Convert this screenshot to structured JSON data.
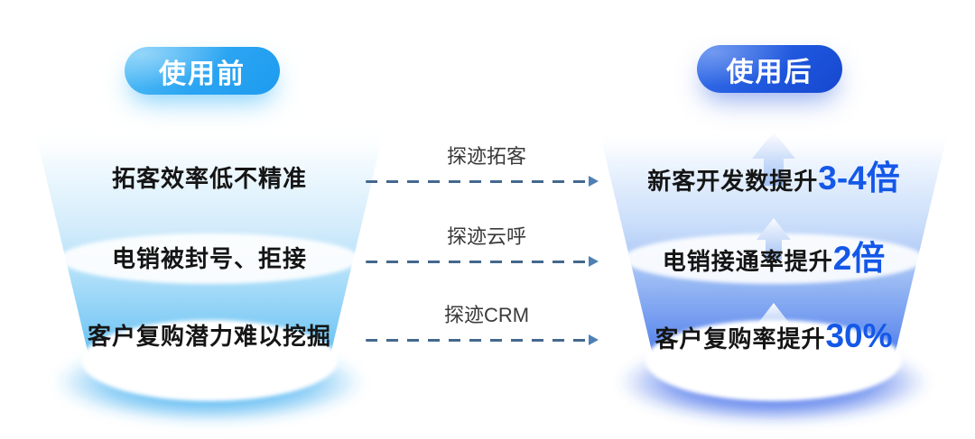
{
  "page": {
    "background": "#ffffff"
  },
  "before": {
    "badge_label": "使用前",
    "badge_color": "#2AA4F2",
    "funnel_colors": {
      "top": "#F2FAFE",
      "bottom": "#45B0F0",
      "glow": "#2FA6EF"
    },
    "rows": [
      "拓客效率低不精准",
      "电销被封号、拒接",
      "客户复购潜力难以挖掘"
    ]
  },
  "connectors": {
    "dash_color": "#44688E",
    "arrowhead_color": "#4E80B4",
    "labels": [
      "探迹拓客",
      "探迹云呼",
      "探迹CRM"
    ]
  },
  "after": {
    "badge_label": "使用后",
    "badge_color": "#1D55DC",
    "highlight_color": "#1458E8",
    "funnel_colors": {
      "top": "#EEF5FE",
      "bottom": "#2C5EE4",
      "glow": "#2457E6"
    },
    "rows": [
      {
        "text": "新客开发数提升",
        "highlight": "3-4倍"
      },
      {
        "text": "电销接通率提升",
        "highlight": "2倍"
      },
      {
        "text": "客户复购率提升",
        "highlight": "30%"
      }
    ]
  }
}
